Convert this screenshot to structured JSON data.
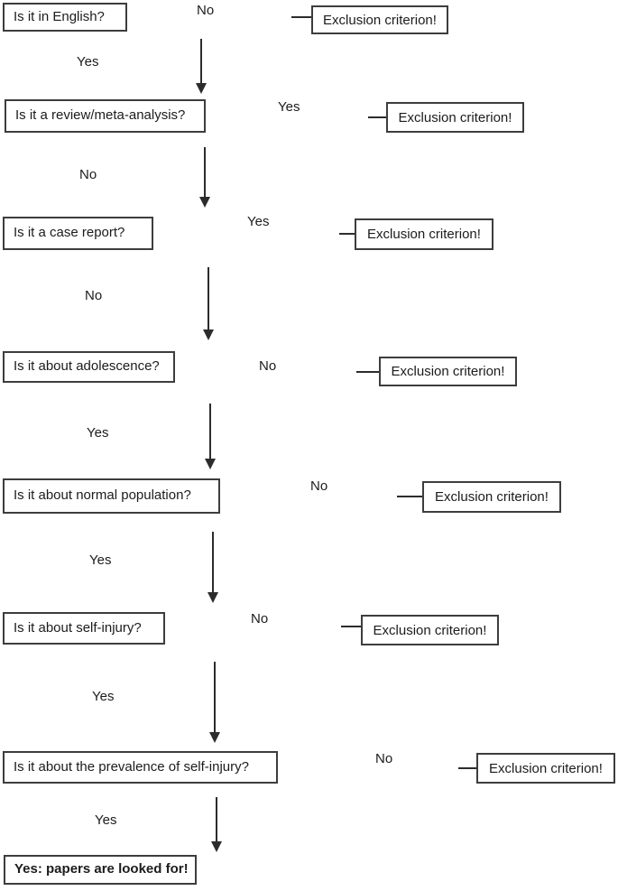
{
  "diagram": {
    "type": "flowchart",
    "background_color": "#ffffff",
    "border_color": "#3d3d3d",
    "line_color": "#2c2c2c",
    "text_color": "#1c1c1c",
    "questions": [
      "Is it in English?",
      "Is it a review/meta-analysis?",
      "Is it a case report?",
      "Is it about adolescence?",
      "Is it about normal population?",
      "Is it about self-injury?",
      "Is it about the prevalence of self-injury?"
    ],
    "final_node": "Yes: papers are looked for!",
    "exclusion_label": "Exclusion criterion!",
    "side_labels": [
      "No",
      "Yes",
      "Yes",
      "No",
      "No",
      "No",
      "No"
    ],
    "down_labels": [
      "Yes",
      "No",
      "No",
      "Yes",
      "Yes",
      "Yes",
      "Yes"
    ]
  }
}
